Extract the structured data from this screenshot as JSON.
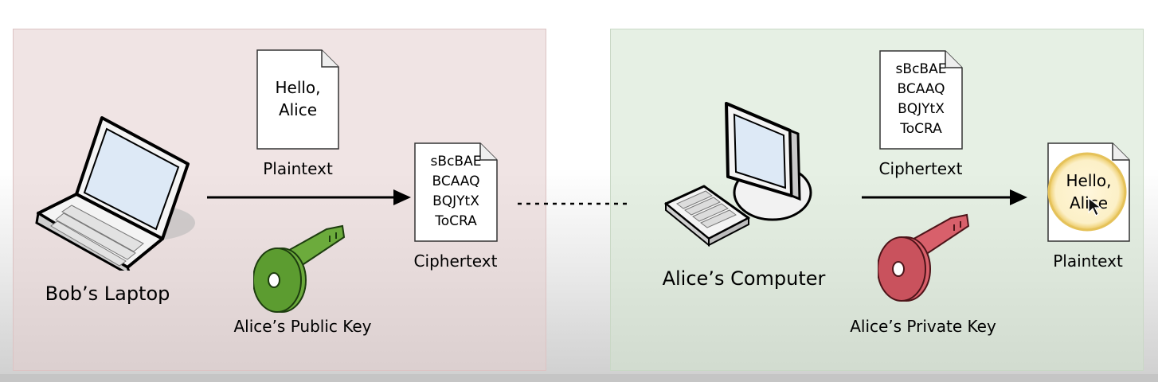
{
  "left_panel": {
    "device_label": "Bob’s Laptop",
    "plaintext_doc": [
      "Hello,",
      "Alice"
    ],
    "plaintext_label": "Plaintext",
    "key_label": "Alice’s Public Key",
    "ciphertext_doc": [
      "sBcBAE",
      "BCAAQ",
      "BQJYtX",
      "ToCRA"
    ],
    "ciphertext_label": "Ciphertext"
  },
  "right_panel": {
    "device_label": "Alice’s Computer",
    "ciphertext_doc": [
      "sBcBAE",
      "BCAAQ",
      "BQJYtX",
      "ToCRA"
    ],
    "ciphertext_label": "Ciphertext",
    "key_label": "Alice’s Private Key",
    "plaintext_doc": [
      "Hello,",
      "Alice"
    ],
    "plaintext_label": "Plaintext"
  },
  "colors": {
    "left_panel_bg": "#ecdcdc",
    "right_panel_bg": "#e1ecdf",
    "public_key": "#6cab3c",
    "private_key": "#d8606b",
    "highlight": "#f3d46a"
  },
  "icons": [
    "laptop-icon",
    "desktop-computer-icon",
    "key-icon",
    "document-icon",
    "cursor-icon"
  ]
}
